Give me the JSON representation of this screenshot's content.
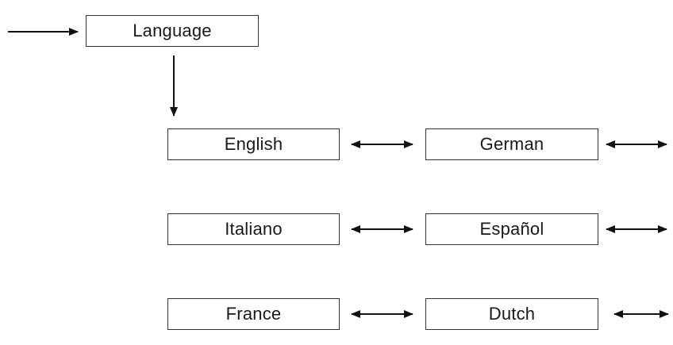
{
  "title_box": {
    "label": "Language"
  },
  "options": [
    {
      "label": "English"
    },
    {
      "label": "German"
    },
    {
      "label": "Italiano"
    },
    {
      "label": "Español"
    },
    {
      "label": "France"
    },
    {
      "label": "Dutch"
    }
  ],
  "colors": {
    "stroke": "#333333",
    "arrow": "#111111",
    "text": "#1a1a1a"
  }
}
